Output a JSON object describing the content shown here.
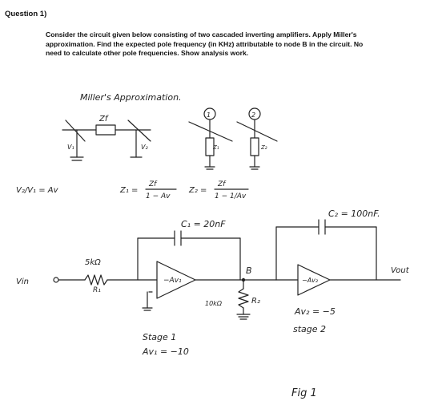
{
  "question": {
    "title": "Question 1)",
    "body": "Consider the circuit given below consisting of two cascaded inverting amplifiers. Apply Miller's approximation. Find the expected pole frequency (in KHz) attributable to node B in the circuit. No need to calculate other pole frequencies. Show analysis work."
  },
  "notes": {
    "heading": "Miller's Approximation.",
    "zf": "Zf",
    "v1": "V₁",
    "v2": "V₂",
    "node1": "1",
    "node2": "2",
    "z1_label": "Z₁",
    "z2_label": "Z₂",
    "gain_eq": "V₂/V₁ = Av",
    "z1_eq_lhs": "Z₁ =",
    "z1_eq_num": "Zf",
    "z1_eq_den": "1 − Av",
    "z2_eq_lhs": "Z₂ =",
    "z2_eq_num": "Zf",
    "z2_eq_den": "1 − 1/Av"
  },
  "circuit": {
    "c1": "C₁ = 20nF",
    "c2": "C₂ = 100nF.",
    "r1_value": "5kΩ",
    "r1_name": "R₁",
    "vin": "Vin",
    "amp1": "−Av₁",
    "amp2": "−Av₂",
    "node_b": "B",
    "r2_value": "10kΩ",
    "r2_name": "R₂",
    "vout": "Vout",
    "stage1": "Stage 1",
    "av1": "Av₁ = −10",
    "av2": "Av₂ = −5",
    "stage2": "stage 2",
    "fig": "Fig 1"
  }
}
